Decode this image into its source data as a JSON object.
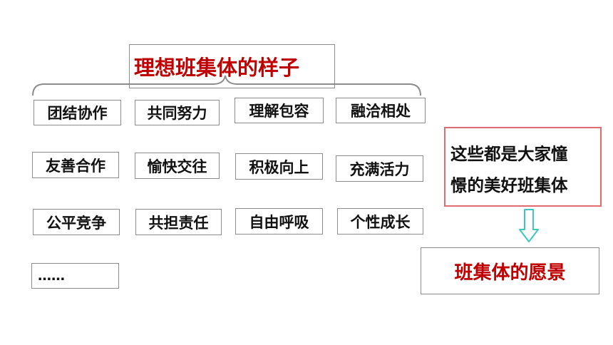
{
  "title": "理想班集体的样子",
  "traits": [
    [
      "团结协作",
      "共同努力",
      "理解包容",
      "融洽相处"
    ],
    [
      "友善合作",
      "愉快交往",
      "积极向上",
      "充满活力"
    ],
    [
      "公平竞争",
      "共担责任",
      "自由呼吸",
      "个性成长"
    ]
  ],
  "more": "……",
  "note": [
    "这些都是大家憧",
    "憬的美好班集体"
  ],
  "vision": "班集体的愿景",
  "colors": {
    "accent_red": "#c00000",
    "note_border": "#e06b6f",
    "arrow_teal": "#3cc8c0",
    "box_border": "#8c8c8c"
  }
}
